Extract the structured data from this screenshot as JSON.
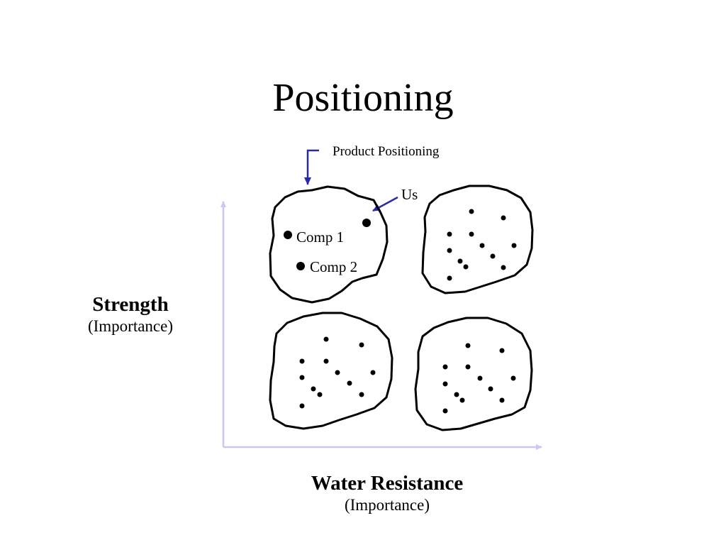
{
  "title": "Positioning",
  "callout_label": "Product Positioning",
  "us_label": "Us",
  "comp1_label": "Comp 1",
  "comp2_label": "Comp 2",
  "y_axis": {
    "title": "Strength",
    "subtitle": "(Importance)"
  },
  "x_axis": {
    "title": "Water Resistance",
    "subtitle": "(Importance)"
  },
  "colors": {
    "axis": "#c8c8f0",
    "callout_arrow": "#2a2aa8",
    "blob_stroke": "#000000"
  }
}
